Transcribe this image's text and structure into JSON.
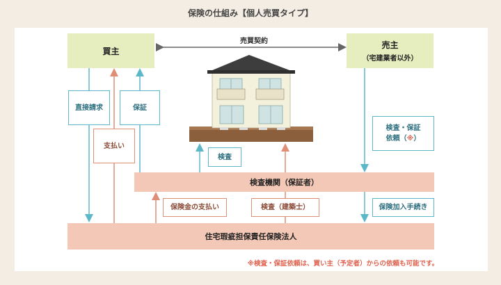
{
  "title": "保険の仕組み【個人売買タイプ】",
  "buyer": {
    "label": "買主"
  },
  "seller": {
    "label": "売主",
    "sub": "（宅建業者以外）"
  },
  "contract_label": "売買契約",
  "inspection_org": "検査機関（保証者）",
  "insurance_corp": "住宅瑕疵担保責任保険法人",
  "labels": {
    "direct_claim": "直接請求",
    "guarantee": "保証",
    "payment": "支払い",
    "inspection": "検査",
    "inspection_request_line1": "検査・保証",
    "inspection_request_line2": "依頼（",
    "inspection_request_mark": "※",
    "inspection_request_line2_end": "）",
    "insurance_payment": "保険金の支払い",
    "inspection_architect": "検査（建築士）",
    "insurance_procedure": "保険加入手続き"
  },
  "note": "※検査・保証依頼は、買い主（予定者）からの依頼も可能です。",
  "colors": {
    "background": "#f4ede3",
    "green_box": "#e6eec0",
    "salmon_bar": "#f3c8b6",
    "blue_arrow": "#5cb8c9",
    "salmon_arrow": "#de8f76",
    "note_text": "#e0624f",
    "house_roof": "#3d3d3d",
    "house_wall": "#f3f0dc",
    "ground": "#8b5e3c"
  }
}
